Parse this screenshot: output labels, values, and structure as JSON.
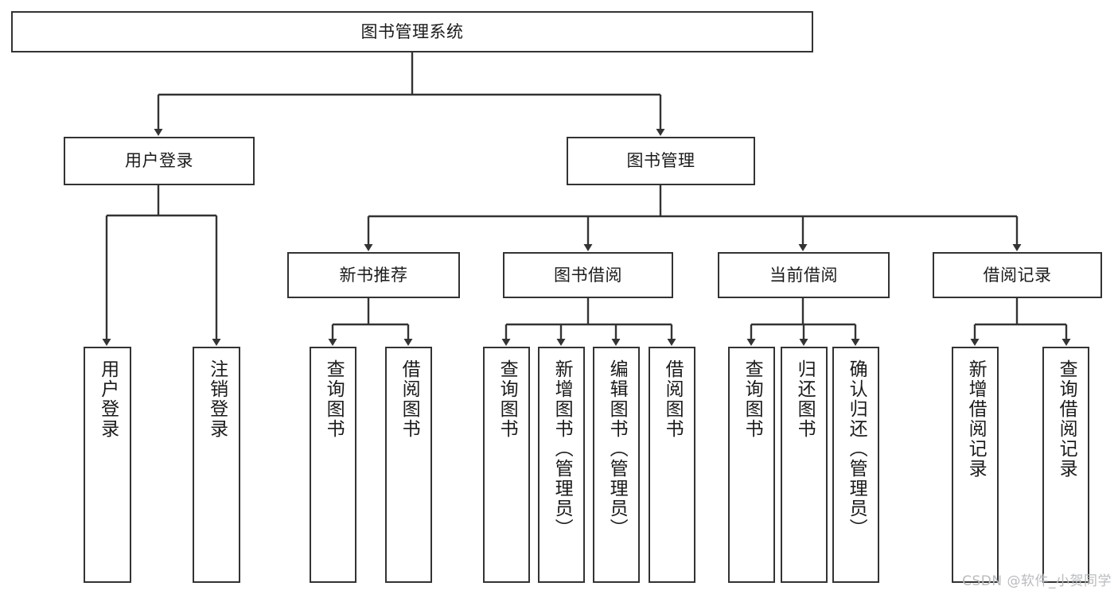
{
  "diagram": {
    "type": "hierarchy-tree",
    "title": "图书管理系统",
    "watermark": "CSDN @软件_小贺同学",
    "colors": {
      "box_border": "#333333",
      "box_fill": "#ffffff",
      "edge": "#333333",
      "text": "#1b1b1b",
      "watermark": "#b9bbbe",
      "background": "#ffffff"
    },
    "nodes": {
      "root": {
        "label": "图书管理系统"
      },
      "level1": [
        {
          "id": "user-login",
          "label": "用户登录"
        },
        {
          "id": "book-manage",
          "label": "图书管理"
        }
      ],
      "level2": [
        {
          "id": "new-book-recommend",
          "label": "新书推荐"
        },
        {
          "id": "book-borrow",
          "label": "图书借阅"
        },
        {
          "id": "current-borrow",
          "label": "当前借阅"
        },
        {
          "id": "borrow-record",
          "label": "借阅记录"
        }
      ],
      "leaves": {
        "user-login": [
          {
            "id": "leaf-user-login",
            "label": "用户登录"
          },
          {
            "id": "leaf-logout",
            "label": "注销登录"
          }
        ],
        "new-book-recommend": [
          {
            "id": "leaf-query-book-1",
            "label": "查询图书"
          },
          {
            "id": "leaf-borrow-book-1",
            "label": "借阅图书"
          }
        ],
        "book-borrow": [
          {
            "id": "leaf-query-book-2",
            "label": "查询图书"
          },
          {
            "id": "leaf-add-book",
            "label": "新增图书（管理员）"
          },
          {
            "id": "leaf-edit-book",
            "label": "编辑图书（管理员）"
          },
          {
            "id": "leaf-borrow-book-2",
            "label": "借阅图书"
          }
        ],
        "current-borrow": [
          {
            "id": "leaf-query-book-3",
            "label": "查询图书"
          },
          {
            "id": "leaf-return-book",
            "label": "归还图书"
          },
          {
            "id": "leaf-confirm-return",
            "label": "确认归还（管理员）"
          }
        ],
        "borrow-record": [
          {
            "id": "leaf-add-record",
            "label": "新增借阅记录"
          },
          {
            "id": "leaf-query-record",
            "label": "查询借阅记录"
          }
        ]
      }
    }
  }
}
